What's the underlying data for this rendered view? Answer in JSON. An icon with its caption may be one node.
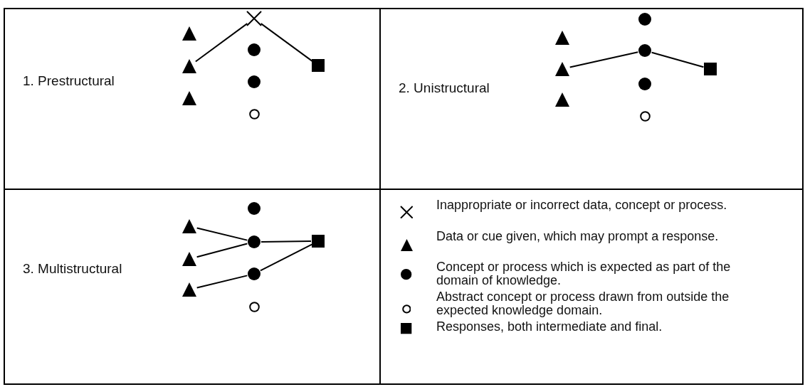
{
  "diagram": {
    "nodes": [
      {
        "text": [
          "1. Prestructural"
        ]
      },
      {
        "text": [],
        "shape": "triangle",
        "in": 0
      },
      {
        "text": [],
        "shape": "triangle",
        "in": 0
      },
      {
        "text": [],
        "shape": "triangle",
        "in": 0
      },
      {
        "text": [],
        "shape": "cross",
        "in": 0
      },
      {
        "text": [],
        "shape": "dot",
        "in": 0
      },
      {
        "text": [],
        "shape": "dot",
        "in": 0
      },
      {
        "text": [],
        "shape": "circle",
        "in": 0
      },
      {
        "text": [],
        "shape": "box",
        "in": 0
      },
      {
        "text": [
          "2. Unistructural"
        ]
      },
      {
        "text": [],
        "shape": "triangle",
        "in": 9
      },
      {
        "text": [],
        "shape": "triangle",
        "in": 9
      },
      {
        "text": [],
        "shape": "triangle",
        "in": 9
      },
      {
        "text": [],
        "shape": "dot",
        "in": 9
      },
      {
        "text": [],
        "shape": "dot",
        "in": 9
      },
      {
        "text": [],
        "shape": "dot",
        "in": 9
      },
      {
        "text": [],
        "shape": "circle",
        "in": 9
      },
      {
        "text": [],
        "shape": "box",
        "in": 9
      },
      {
        "text": [
          "3. Multistructural"
        ]
      },
      {
        "text": [],
        "shape": "triangle",
        "in": 18
      },
      {
        "text": [],
        "shape": "triangle",
        "in": 18
      },
      {
        "text": [],
        "shape": "triangle",
        "in": 18
      },
      {
        "text": [],
        "shape": "dot",
        "in": 18
      },
      {
        "text": [],
        "shape": "dot",
        "in": 18
      },
      {
        "text": [],
        "shape": "dot",
        "in": 18
      },
      {
        "text": [],
        "shape": "circle",
        "in": 18
      },
      {
        "text": [],
        "shape": "box",
        "in": 18
      }
    ],
    "edges": [
      {
        "from": 4,
        "to": 2,
        "arrow": "none"
      },
      {
        "from": 4,
        "to": 8,
        "arrow": "none"
      },
      {
        "from": 11,
        "to": 14,
        "arrow": "none"
      },
      {
        "from": 14,
        "to": 17,
        "arrow": "none"
      },
      {
        "from": 19,
        "to": 23,
        "arrow": "none"
      },
      {
        "from": 20,
        "to": 23,
        "arrow": "none"
      },
      {
        "from": 21,
        "to": 24,
        "arrow": "none"
      },
      {
        "from": 23,
        "to": 26,
        "arrow": "none"
      },
      {
        "from": 24,
        "to": 26,
        "arrow": "none"
      }
    ],
    "legend": [
      {
        "text": "Inappropriate or incorrect data, concept or process."
      },
      {
        "text": "Data or cue given, which may prompt a response."
      },
      {
        "text": "Concept or process which is expected as part of the domain of knowledge."
      },
      {
        "text": "Abstract concept or process drawn from outside the expected knowledge domain."
      },
      {
        "text": "Responses, both intermediate and final."
      }
    ]
  }
}
